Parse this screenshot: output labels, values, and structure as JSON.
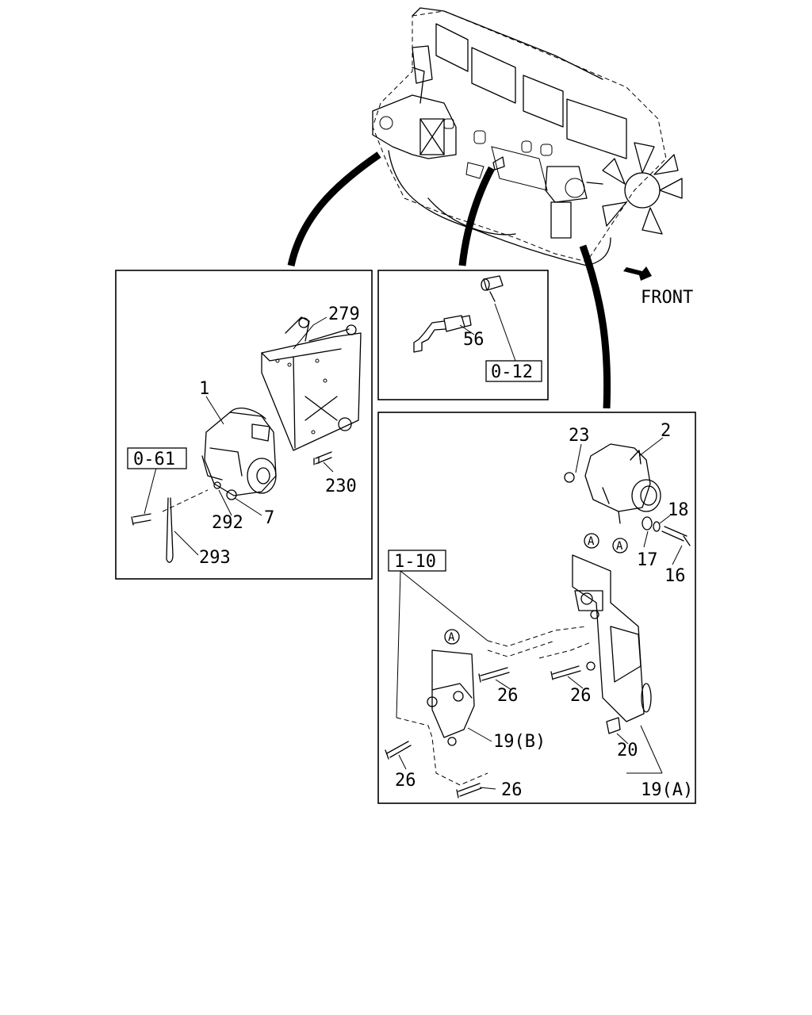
{
  "front_label": "FRONT",
  "panels": {
    "starter": {
      "refs": {
        "bracket": "279",
        "starter": "1",
        "bolt": "230",
        "ref_box": "0-61",
        "washer": "292",
        "nut": "7",
        "strap": "293"
      }
    },
    "sensor": {
      "refs": {
        "sensor": "56",
        "ref_box": "0-12"
      }
    },
    "alternator": {
      "refs": {
        "alternator": "2",
        "nut": "23",
        "washer18": "18",
        "washer17": "17",
        "bolt16": "16",
        "ref_box": "1-10",
        "bolt26_a": "26",
        "bolt26_b": "26",
        "bolt26_c": "26",
        "bolt26_d": "26",
        "bracket_b": "19(B)",
        "bracket_a": "19(A)",
        "bushing": "20",
        "marker_a1": "A",
        "marker_a2": "A",
        "marker_a3": "A"
      }
    }
  }
}
